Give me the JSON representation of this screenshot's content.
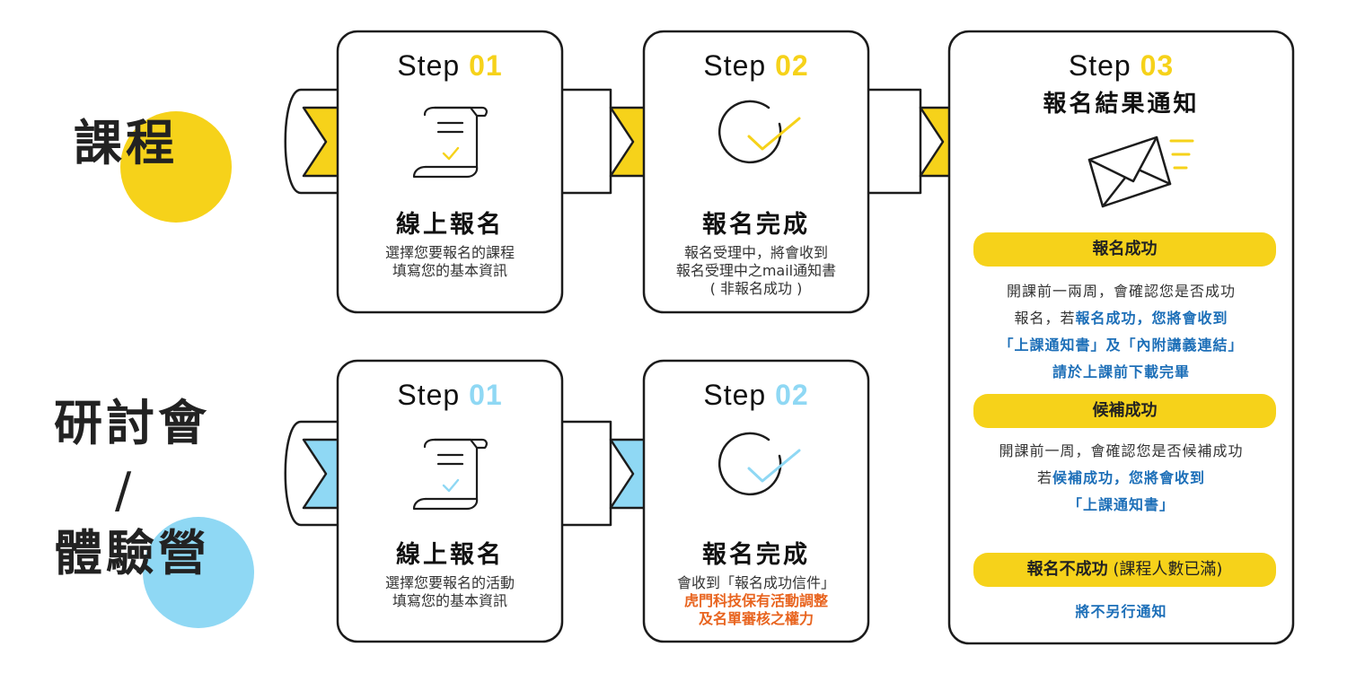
{
  "colors": {
    "yellow": "#f6d21a",
    "light_blue": "#8fd8f4",
    "blue_text": "#1d6fb8",
    "orange_text": "#e8641f",
    "outline": "#1c1c1c"
  },
  "course": {
    "label": "課程",
    "step1": {
      "step_word": "Step",
      "step_num": "01",
      "title": "線上報名",
      "desc_line1": "選擇您要報名的課程",
      "desc_line2": "填寫您的基本資訊",
      "icon": "document-scroll-icon"
    },
    "step2": {
      "step_word": "Step",
      "step_num": "02",
      "title": "報名完成",
      "desc_line1": "報名受理中，將會收到",
      "desc_line2": "報名受理中之mail通知書",
      "desc_line3": "( 非報名成功 )",
      "icon": "check-circle-icon"
    }
  },
  "seminar": {
    "label_line1": "研討會",
    "label_line2": "/",
    "label_line3": "體驗營",
    "step1": {
      "step_word": "Step",
      "step_num": "01",
      "title": "線上報名",
      "desc_line1": "選擇您要報名的活動",
      "desc_line2": "填寫您的基本資訊",
      "icon": "document-scroll-icon"
    },
    "step2": {
      "step_word": "Step",
      "step_num": "02",
      "title": "報名完成",
      "desc_line1": "會收到「報名成功信件」",
      "desc_line2": "虎門科技保有活動調整",
      "desc_line3": "及名單審核之權力",
      "icon": "check-circle-icon"
    }
  },
  "step3": {
    "step_word": "Step",
    "step_num": "03",
    "title": "報名結果通知",
    "icon": "mail-envelope-icon",
    "success": {
      "pill": "報名成功",
      "line1": "開課前一兩周，會確認您是否成功",
      "line2_a": "報名，若",
      "line2_b": "報名成功，您將會收到",
      "line3": "「上課通知書」及「內附講義連結」",
      "line4": "請於上課前下載完畢"
    },
    "waitlist": {
      "pill": "候補成功",
      "line1": "開課前一周，會確認您是否候補成功",
      "line2_a": "若",
      "line2_b": "候補成功，您將會收到",
      "line3": "「上課通知書」"
    },
    "fail": {
      "pill_bold": "報名不成功",
      "pill_note": " (課程人數已滿)",
      "line1": "將不另行通知"
    }
  }
}
